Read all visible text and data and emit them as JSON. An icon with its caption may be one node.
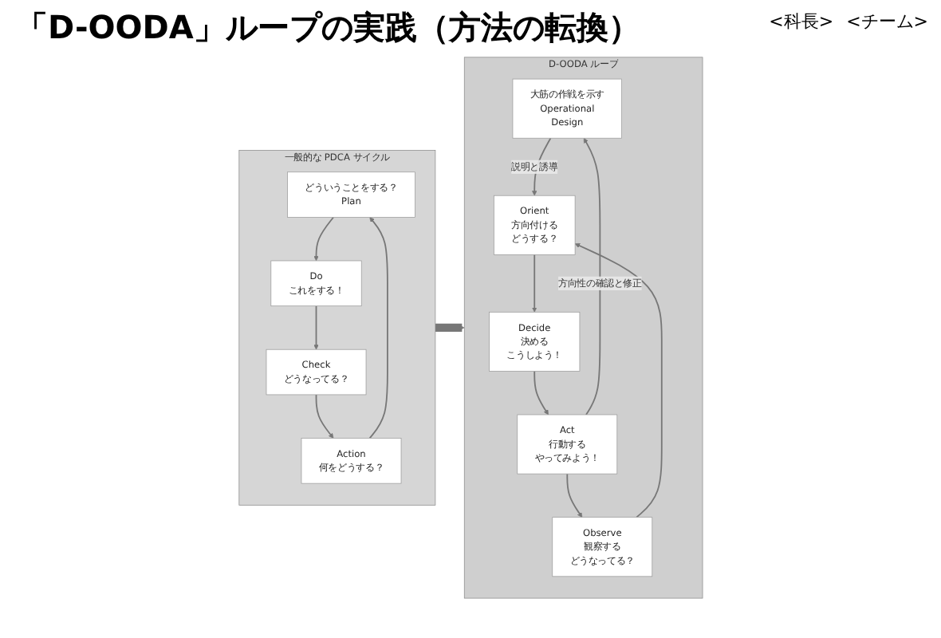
{
  "diagram": {
    "title": "「D-OODA」ループの実践（方法の転換）",
    "nodes": [
      {
        "text": [
          "一般的な PDCA サイクル"
        ]
      },
      {
        "text": [
          "どういうことをする？",
          "Plan"
        ],
        "in": 0
      },
      {
        "text": [
          "Do",
          "これをする！"
        ],
        "in": 0
      },
      {
        "text": [
          "Check",
          "どうなってる？"
        ],
        "in": 0
      },
      {
        "text": [
          "Action",
          "何をどうする？"
        ],
        "in": 0
      },
      {
        "text": [
          "D-OODA ループ"
        ]
      },
      {
        "text": [
          "大筋の作戦を示す",
          "Operational",
          "Design"
        ],
        "in": 5
      },
      {
        "text": [
          "Observe",
          "観察する",
          "どうなってる？"
        ],
        "in": 5
      },
      {
        "text": [
          "Orient",
          "方向付ける",
          "どうする？"
        ],
        "in": 5
      },
      {
        "text": [
          "Decide",
          "決める",
          "こうしよう！"
        ],
        "in": 5
      },
      {
        "text": [
          "Act",
          "行動する",
          "やってみよう！"
        ],
        "in": 5
      }
    ],
    "edges": [
      {
        "from": 1,
        "to": 2,
        "arrow": "to"
      },
      {
        "from": 2,
        "to": 3,
        "arrow": "to"
      },
      {
        "from": 3,
        "to": 4,
        "arrow": "to"
      },
      {
        "from": 4,
        "to": 1,
        "arrow": "to"
      },
      {
        "from": 0,
        "to": 5,
        "arrow": "to",
        "style": "thick"
      },
      {
        "from": 6,
        "to": 8,
        "arrow": "to",
        "label": "説明と誘導"
      },
      {
        "from": 7,
        "to": 8,
        "arrow": "to"
      },
      {
        "from": 8,
        "to": 9,
        "arrow": "to"
      },
      {
        "from": 9,
        "to": 10,
        "arrow": "to"
      },
      {
        "from": 10,
        "to": 6,
        "arrow": "to",
        "label": "方向性の確認と修正"
      },
      {
        "from": 10,
        "to": 7,
        "arrow": "to"
      }
    ],
    "labels": [
      "<科長>",
      "<チーム>"
    ]
  }
}
